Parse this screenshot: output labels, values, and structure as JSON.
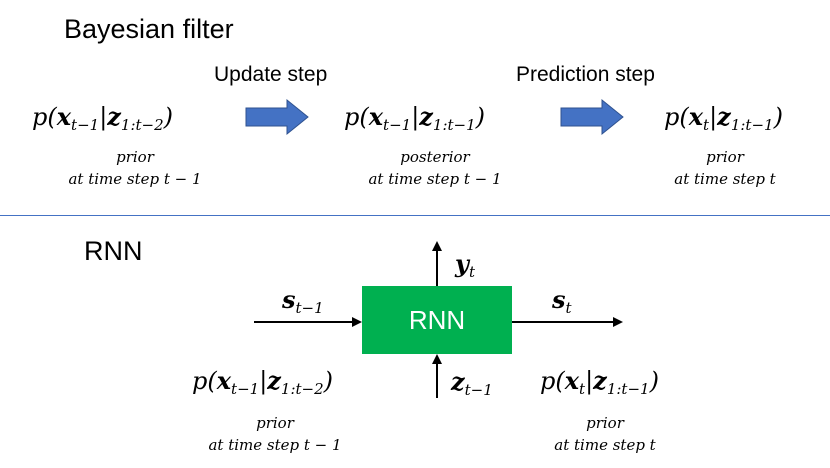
{
  "bayesian": {
    "title": "Bayesian filter",
    "update_label": "Update step",
    "prediction_label": "Prediction step",
    "nodes": [
      {
        "expr": {
          "x_sub": "t−1",
          "z_sub": "1:t−2"
        },
        "caption_1": "prior",
        "caption_2": "at time step t − 1"
      },
      {
        "expr": {
          "x_sub": "t−1",
          "z_sub": "1:t−1"
        },
        "caption_1": "posterior",
        "caption_2": "at time step t − 1"
      },
      {
        "expr": {
          "x_sub": "t",
          "z_sub": "1:t−1"
        },
        "caption_1": "prior",
        "caption_2": "at time step t"
      }
    ]
  },
  "rnn": {
    "title": "RNN",
    "box_label": "RNN",
    "input_state": {
      "sym": "s",
      "sub": "t−1"
    },
    "output_state": {
      "sym": "s",
      "sub": "t"
    },
    "output": {
      "sym": "y",
      "sub": "t"
    },
    "observation": {
      "sym": "z",
      "sub": "t−1"
    },
    "left_expr": {
      "x_sub": "t−1",
      "z_sub": "1:t−2"
    },
    "left_caption_1": "prior",
    "left_caption_2": "at time step t − 1",
    "right_expr": {
      "x_sub": "t",
      "z_sub": "1:t−1"
    },
    "right_caption_1": "prior",
    "right_caption_2": "at time step t"
  },
  "colors": {
    "arrow_fill": "#4472c4",
    "rnn_box": "#00b050",
    "divider": "#4472c4",
    "line": "#000000"
  }
}
